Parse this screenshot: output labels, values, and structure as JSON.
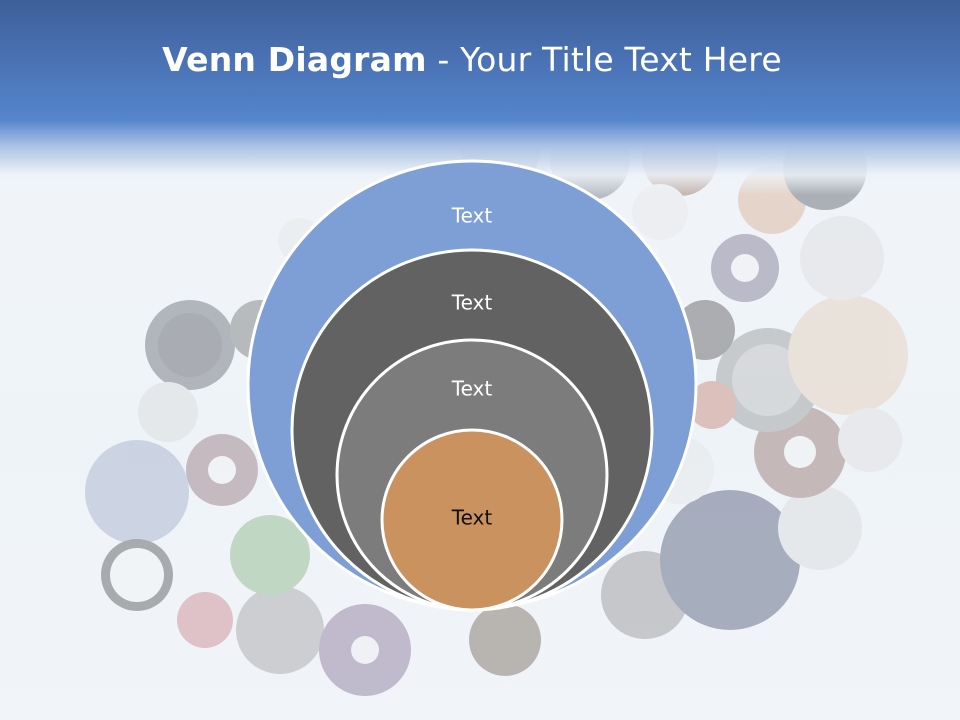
{
  "slide": {
    "title_bold": "Venn Diagram",
    "title_rest": " - Your Title Text Here"
  },
  "diagram": {
    "circles": [
      {
        "label": "Text",
        "fill": "#7d9fd6",
        "label_color": "#ffffff"
      },
      {
        "label": "Text",
        "fill": "#626262",
        "label_color": "#ffffff"
      },
      {
        "label": "Text",
        "fill": "#7c7c7c",
        "label_color": "#ffffff"
      },
      {
        "label": "Text",
        "fill": "#c9925e",
        "label_color": "#111111"
      }
    ]
  },
  "colors": {
    "header": "#4a72b4",
    "outline": "#ffffff"
  }
}
